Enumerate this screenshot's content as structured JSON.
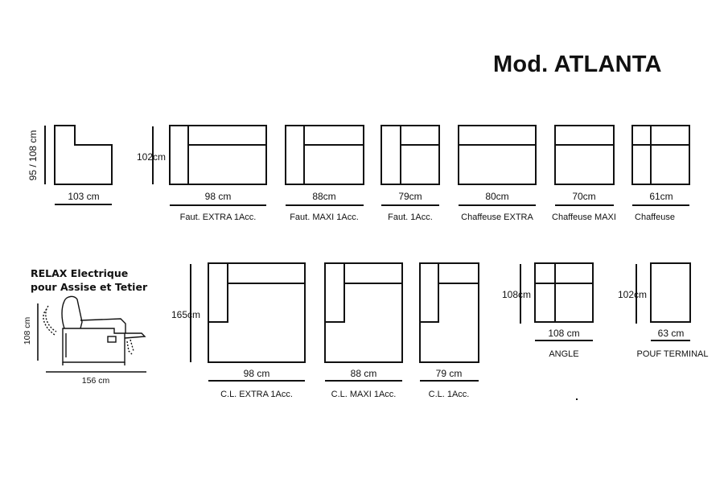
{
  "title": "Mod. ATLANTA",
  "relax": {
    "line1": "RELAX Electrique",
    "line2": "pour Assise et Tetier",
    "height": "108 cm",
    "width": "156 cm"
  },
  "side_view": {
    "height": "95 / 108 cm",
    "depth": "103 cm"
  },
  "row1": {
    "height": "102cm",
    "modules": [
      {
        "width": "98 cm",
        "name": "Faut. EXTRA 1Acc."
      },
      {
        "width": "88cm",
        "name": "Faut. MAXI 1Acc."
      },
      {
        "width": "79cm",
        "name": "Faut. 1Acc."
      },
      {
        "width": "80cm",
        "name": "Chaffeuse EXTRA"
      },
      {
        "width": "70cm",
        "name": "Chaffeuse MAXI"
      },
      {
        "width": "61cm",
        "name": "Chaffeuse"
      }
    ]
  },
  "row2": {
    "height": "165cm",
    "modules": [
      {
        "width": "98 cm",
        "name": "C.L. EXTRA 1Acc."
      },
      {
        "width": "88 cm",
        "name": "C.L. MAXI 1Acc."
      },
      {
        "width": "79 cm",
        "name": "C.L. 1Acc."
      }
    ]
  },
  "angle": {
    "height": "108cm",
    "width": "108 cm",
    "name": "ANGLE"
  },
  "pouf": {
    "height": "102cm",
    "width": "63 cm",
    "name": "POUF TERMINAL"
  }
}
